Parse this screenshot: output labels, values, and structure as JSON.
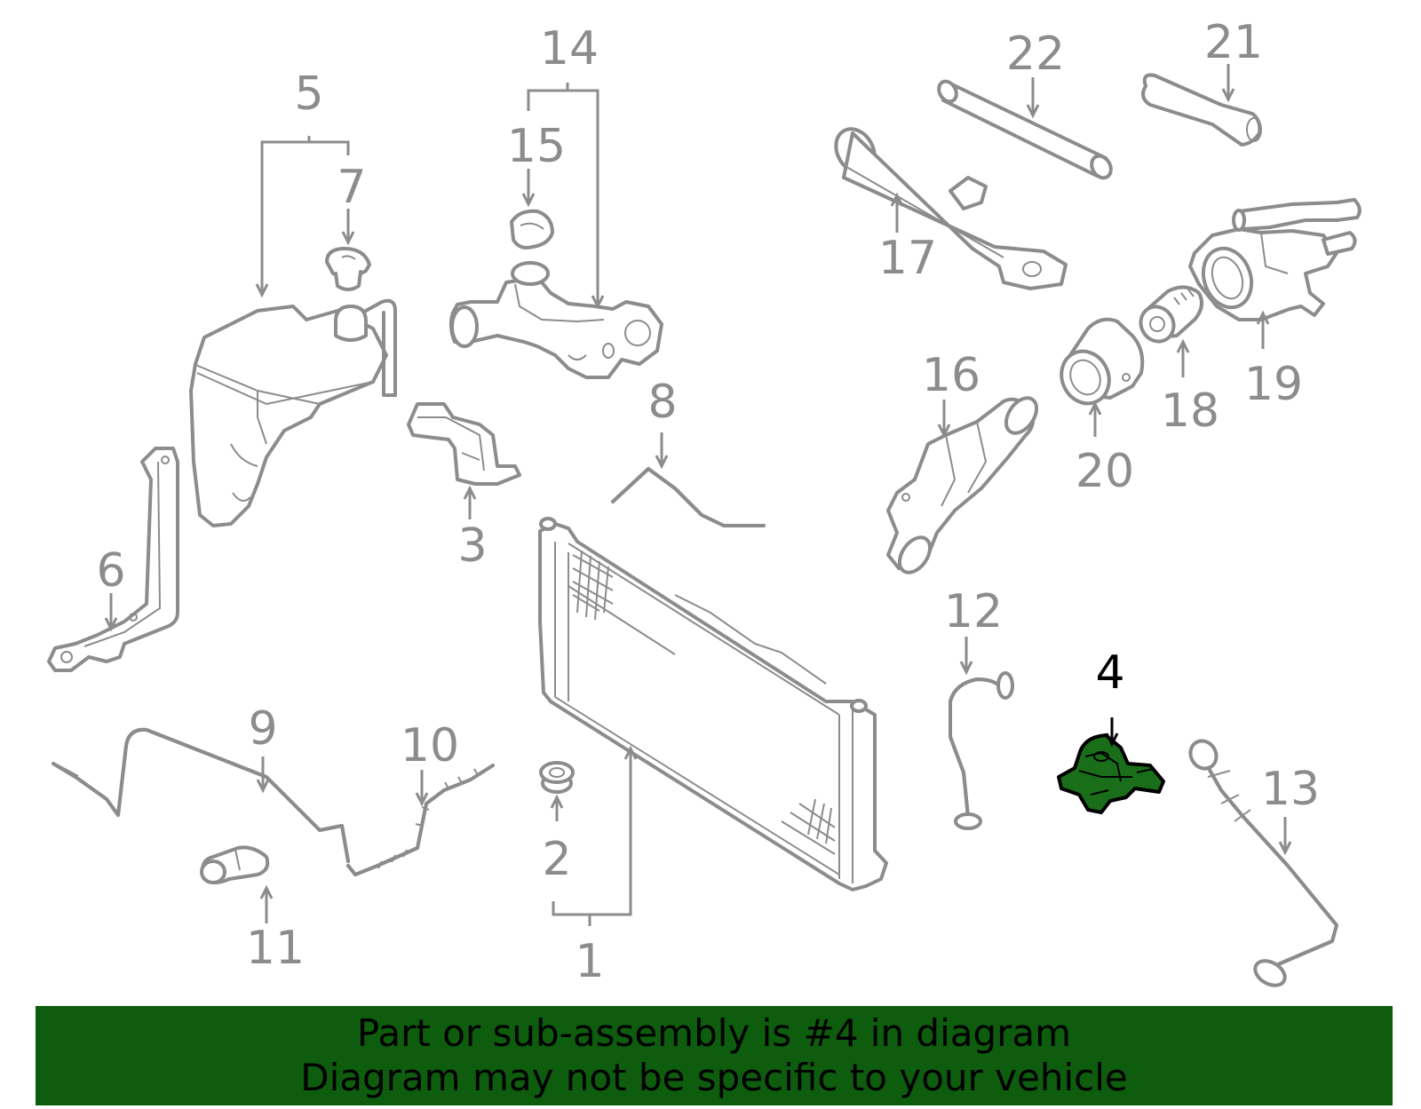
{
  "colors": {
    "line": "#8c8c8c",
    "highlight_fill": "#1a6e1a",
    "highlight_stroke": "#000000",
    "banner": "#0e5c0e"
  },
  "highlighted_part": "4",
  "callouts": [
    {
      "id": "c1",
      "label": "1"
    },
    {
      "id": "c2",
      "label": "2"
    },
    {
      "id": "c3",
      "label": "3"
    },
    {
      "id": "c4",
      "label": "4"
    },
    {
      "id": "c5",
      "label": "5"
    },
    {
      "id": "c6",
      "label": "6"
    },
    {
      "id": "c7",
      "label": "7"
    },
    {
      "id": "c8",
      "label": "8"
    },
    {
      "id": "c9",
      "label": "9"
    },
    {
      "id": "c10",
      "label": "10"
    },
    {
      "id": "c11",
      "label": "11"
    },
    {
      "id": "c12",
      "label": "12"
    },
    {
      "id": "c13",
      "label": "13"
    },
    {
      "id": "c14",
      "label": "14"
    },
    {
      "id": "c15",
      "label": "15"
    },
    {
      "id": "c16",
      "label": "16"
    },
    {
      "id": "c17",
      "label": "17"
    },
    {
      "id": "c18",
      "label": "18"
    },
    {
      "id": "c19",
      "label": "19"
    },
    {
      "id": "c20",
      "label": "20"
    },
    {
      "id": "c21",
      "label": "21"
    },
    {
      "id": "c22",
      "label": "22"
    }
  ],
  "banner": {
    "line1": "Part or sub-assembly is #4 in diagram",
    "line2": "Diagram may not be specific to your vehicle"
  }
}
